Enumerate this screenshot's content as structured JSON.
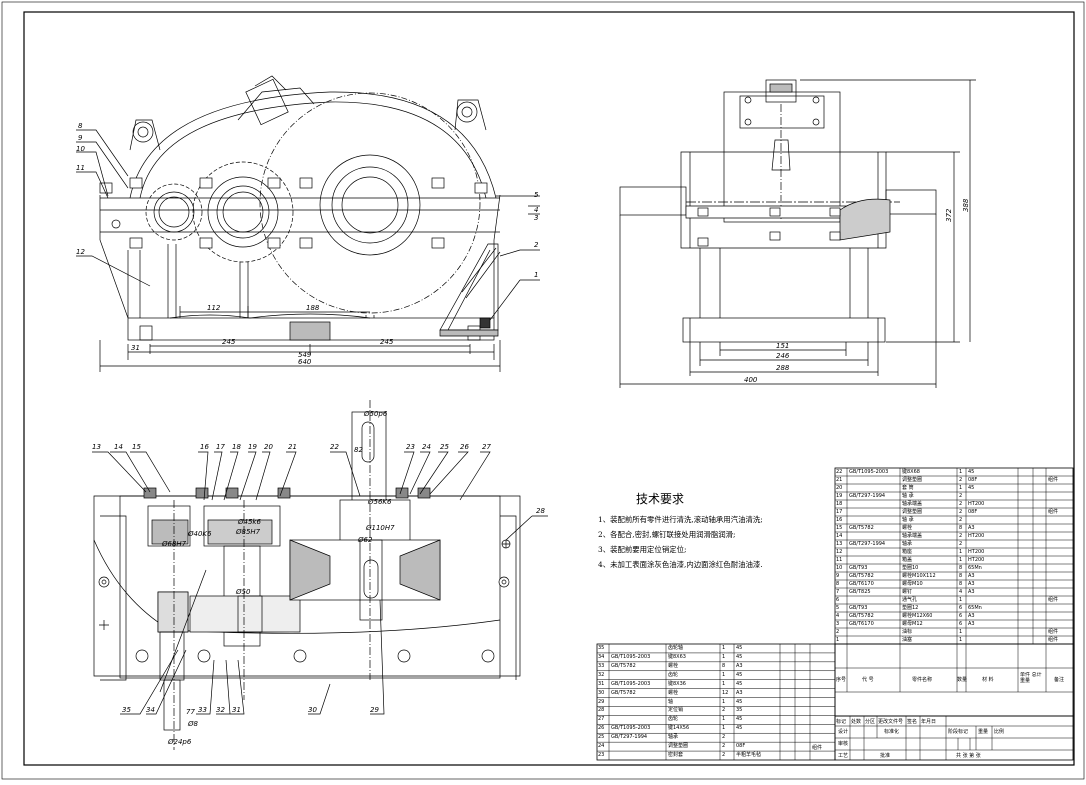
{
  "drawing": {
    "front_view": {
      "dimensions": [
        "112",
        "188",
        "31",
        "245",
        "245",
        "549",
        "640"
      ],
      "callouts": [
        "1",
        "2",
        "3",
        "4",
        "5",
        "8",
        "9",
        "10",
        "11",
        "12"
      ]
    },
    "side_view": {
      "dimensions": [
        "151",
        "246",
        "288",
        "400",
        "372",
        "388"
      ]
    },
    "top_view": {
      "shaft_labels": [
        "Ø50p6",
        "Ø56K6",
        "Ø110H7",
        "Ø62",
        "Ø68H7",
        "Ø40K6",
        "Ø45k6",
        "Ø85H7",
        "Ø50",
        "Ø8",
        "Ø24p6",
        "77",
        "82"
      ],
      "callouts": [
        "13",
        "14",
        "15",
        "16",
        "17",
        "18",
        "19",
        "20",
        "21",
        "22",
        "23",
        "24",
        "25",
        "26",
        "27",
        "28",
        "29",
        "30",
        "31",
        "32",
        "33",
        "34",
        "35"
      ]
    }
  },
  "technical_requirements": {
    "title": "技术要求",
    "items": [
      "1、装配前所有零件进行清洗,滚动轴承用汽油清洗;",
      "2、各配合,密封,螺钉联接处用润滑脂润滑;",
      "3、装配前要用定位销定位;",
      "4、未加工表面涂灰色油漆,内边面涂红色耐油油漆."
    ]
  },
  "parts_list_upper": [
    [
      "22",
      "GB/T1095-2003",
      "键8X68",
      "1",
      "45",
      ""
    ],
    [
      "21",
      "",
      "调整垫圈",
      "2",
      "08F",
      "组件"
    ],
    [
      "20",
      "",
      "套  筒",
      "1",
      "45",
      ""
    ],
    [
      "19",
      "GB/T297-1994",
      "轴  承",
      "2",
      "",
      ""
    ],
    [
      "18",
      "",
      "轴承端盖",
      "2",
      "HT200",
      ""
    ],
    [
      "17",
      "",
      "调整垫圈",
      "2",
      "08F",
      "组件"
    ],
    [
      "16",
      "",
      "轴  承",
      "2",
      "",
      ""
    ],
    [
      "15",
      "GB/T5782",
      "螺栓",
      "8",
      "A3",
      ""
    ],
    [
      "14",
      "",
      "轴承端盖",
      "2",
      "HT200",
      ""
    ],
    [
      "13",
      "GB/T297-1994",
      "轴承",
      "2",
      "",
      ""
    ],
    [
      "12",
      "",
      "箱座",
      "1",
      "HT200",
      ""
    ],
    [
      "11",
      "",
      "箱盖",
      "1",
      "HT200",
      ""
    ],
    [
      "10",
      "GB/T93",
      "垫圈10",
      "8",
      "65Mn",
      ""
    ],
    [
      "9",
      "GB/T5782",
      "螺栓M10X112",
      "8",
      "A3",
      ""
    ],
    [
      "8",
      "GB/T6170",
      "螺母M10",
      "8",
      "A3",
      ""
    ],
    [
      "7",
      "GB/T825",
      "螺钉",
      "4",
      "A3",
      ""
    ],
    [
      "6",
      "",
      "通气孔",
      "1",
      "",
      "组件"
    ],
    [
      "5",
      "GB/T93",
      "垫圈12",
      "6",
      "65Mn",
      ""
    ],
    [
      "4",
      "GB/T5782",
      "螺栓M12X60",
      "6",
      "A3",
      ""
    ],
    [
      "3",
      "GB/T6170",
      "螺母M12",
      "6",
      "A3",
      ""
    ],
    [
      "2",
      "",
      "油标",
      "1",
      "",
      "组件"
    ],
    [
      "1",
      "",
      "油塞",
      "1",
      "",
      "组件"
    ]
  ],
  "parts_list_header": [
    "序号",
    "代  号",
    "零件名称",
    "数量",
    "材  料",
    "单件 总计 重量",
    "备注"
  ],
  "parts_list_lower": [
    [
      "35",
      "",
      "齿轮轴",
      "1",
      "45"
    ],
    [
      "34",
      "GB/T1095-2003",
      "键8X63",
      "1",
      "45"
    ],
    [
      "33",
      "GB/T5782",
      "螺栓",
      "8",
      "A3"
    ],
    [
      "32",
      "",
      "齿轮",
      "1",
      "45"
    ],
    [
      "31",
      "GB/T1095-2003",
      "键8X36",
      "1",
      "45"
    ],
    [
      "30",
      "GB/T5782",
      "螺栓",
      "12",
      "A3"
    ],
    [
      "29",
      "",
      "轴",
      "1",
      "45"
    ],
    [
      "28",
      "",
      "定位销",
      "2",
      "35"
    ],
    [
      "27",
      "",
      "齿轮",
      "1",
      "45"
    ],
    [
      "26",
      "GB/T1095-2003",
      "键14X56",
      "1",
      "45"
    ],
    [
      "25",
      "GB/T297-1994",
      "轴承",
      "2",
      ""
    ],
    [
      "24",
      "",
      "调整垫圈",
      "2",
      "08F"
    ],
    [
      "23",
      "",
      "密封套",
      "2",
      "半粗羊毛毡"
    ]
  ],
  "title_block": {
    "row_labels": [
      "标记",
      "处数",
      "分区",
      "更改文件号",
      "签名",
      "年月日"
    ],
    "design": "设计",
    "standard": "标准化",
    "stage": "阶段标记",
    "weight": "重量",
    "scale": "比例",
    "review": "审核",
    "process": "工艺",
    "approve": "批准",
    "sheets": "共 张 第 张",
    "group": "组件"
  }
}
